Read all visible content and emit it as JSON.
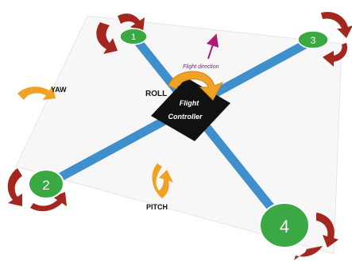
{
  "diagram": {
    "labels": {
      "yaw": "YAW",
      "roll": "ROLL",
      "pitch": "PITCH",
      "flight_direction": "Flight direction",
      "controller_line1": "Flight",
      "controller_line2": "Controller"
    },
    "motors": [
      {
        "number": "1"
      },
      {
        "number": "2"
      },
      {
        "number": "3"
      },
      {
        "number": "4"
      }
    ],
    "colors": {
      "arm": "#3f8fcd",
      "motor": "#3aa843",
      "rotation_arrow": "#a3261f",
      "orientation_arrow": "#f0a225",
      "flight_direction_arrow": "#b0187a",
      "controller": "#111111"
    }
  }
}
